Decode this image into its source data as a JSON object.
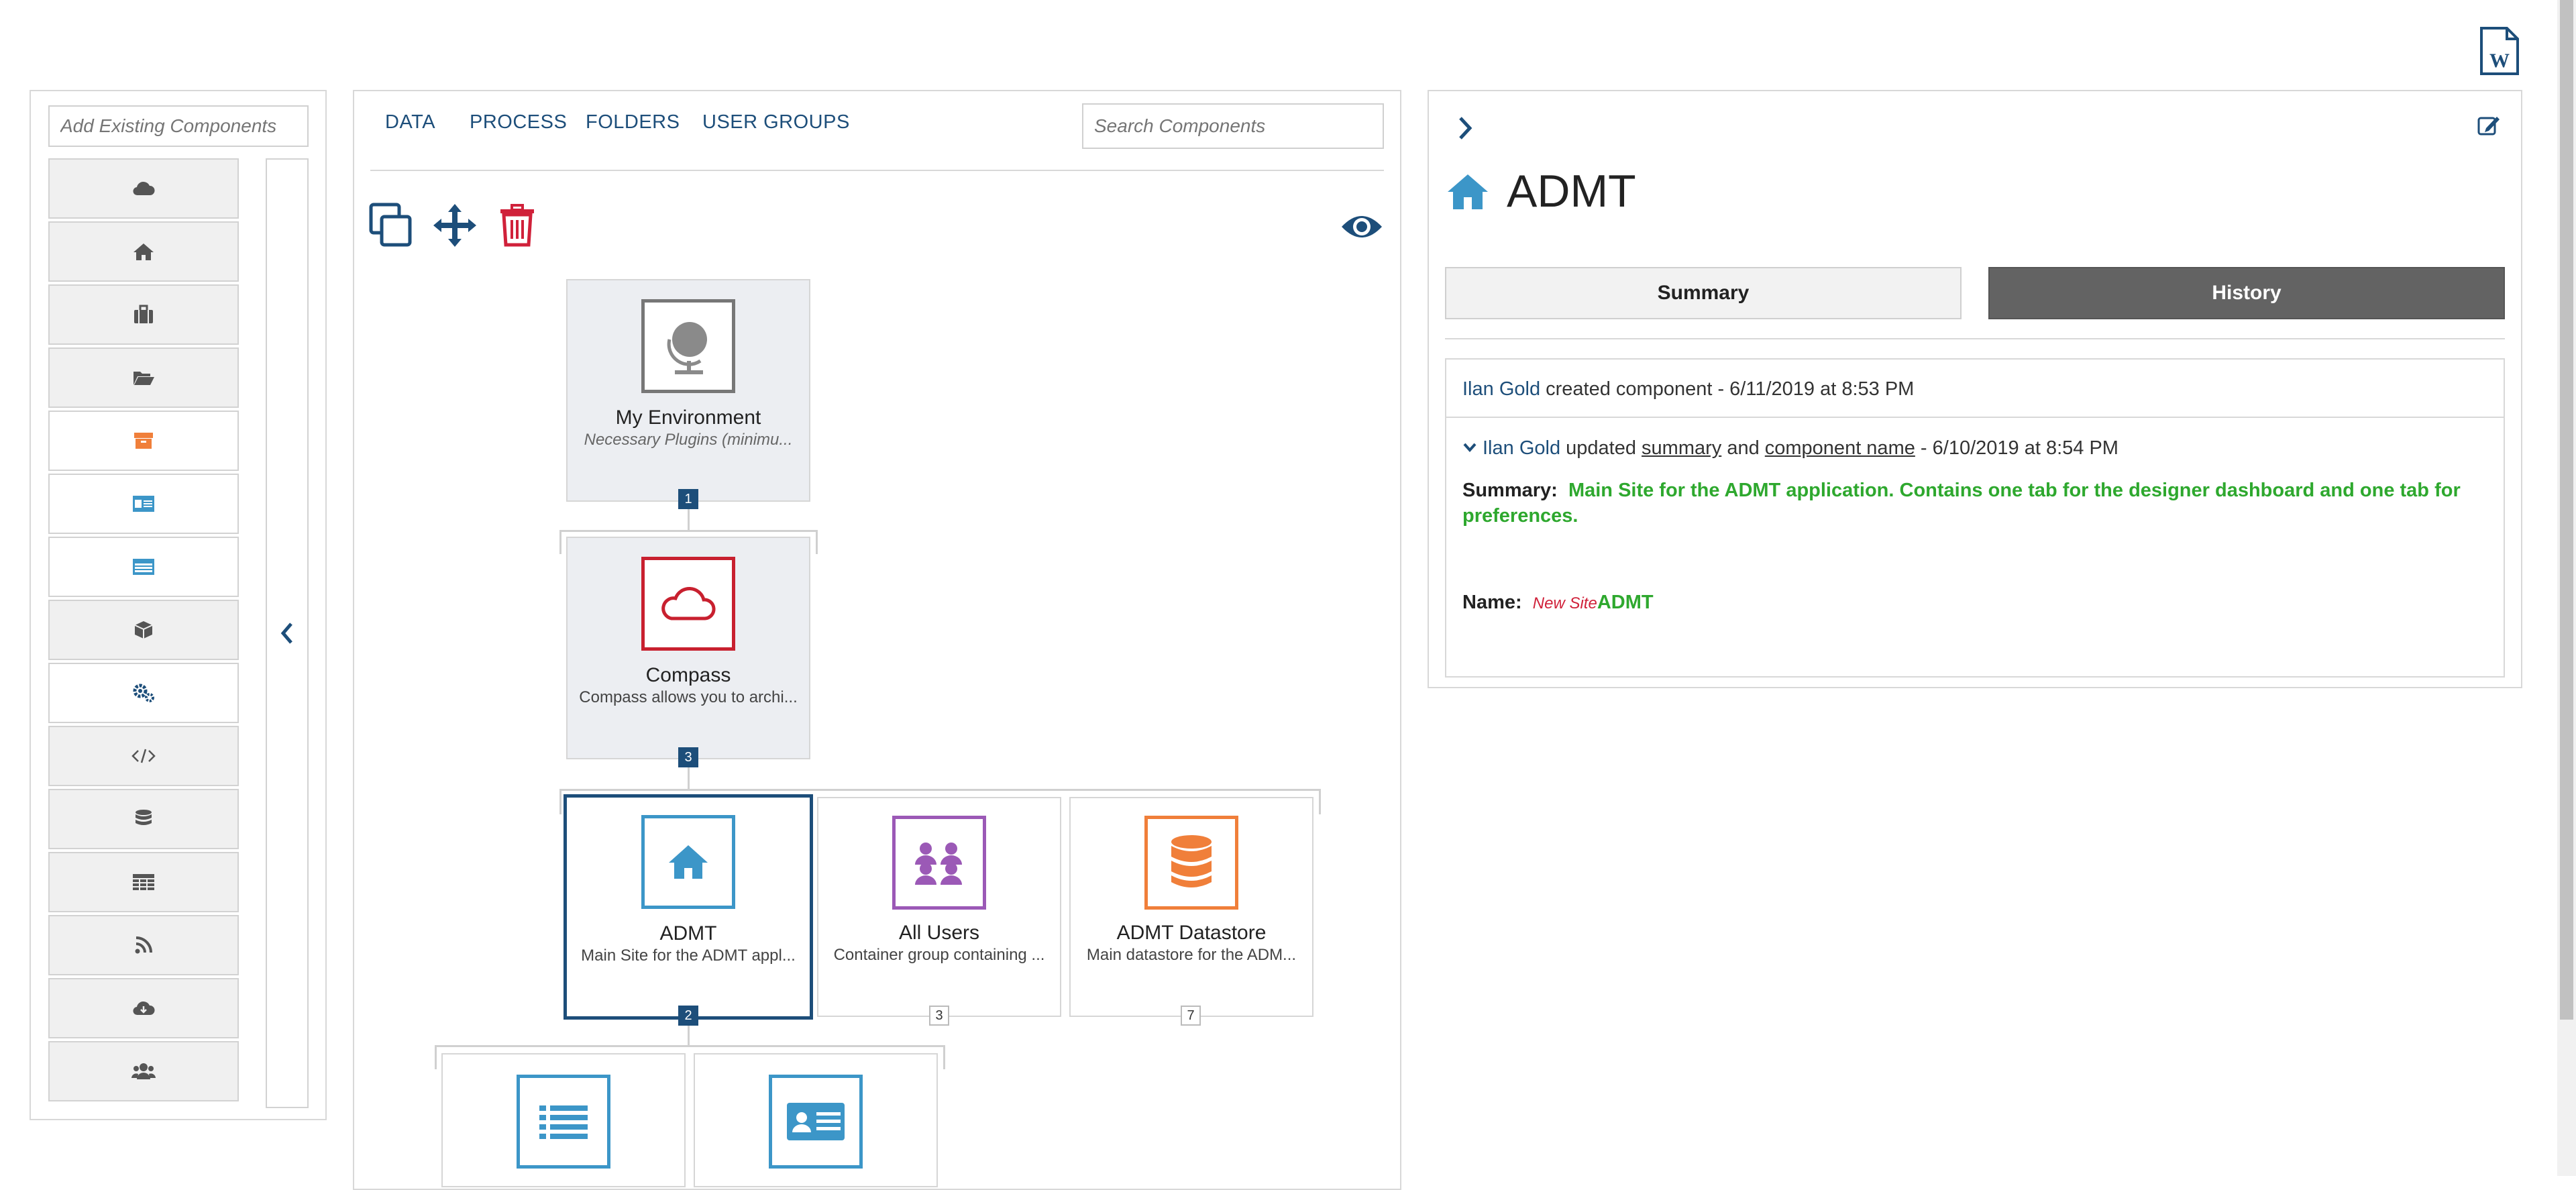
{
  "colors": {
    "navy": "#1d4e7a",
    "orange": "#f07f3a",
    "red": "#c8202f",
    "purple": "#9b59b6",
    "blue": "#3c96c8",
    "green": "#2ea82e",
    "history_tab_bg": "#636363"
  },
  "header": {
    "export_icon": "word-document-icon"
  },
  "left_panel": {
    "add_existing_placeholder": "Add Existing Components",
    "palette_icons": [
      "cloud-icon",
      "home-icon",
      "briefcase-icon",
      "folder-open-icon",
      "archive-icon",
      "id-card-icon",
      "list-window-icon",
      "cube-icon",
      "gears-icon",
      "code-icon",
      "database-icon",
      "table-icon",
      "rss-icon",
      "cloud-download-icon",
      "users-icon"
    ],
    "collapse_icon": "chevron-left-icon"
  },
  "center_panel": {
    "tabs": [
      "DATA",
      "PROCESS",
      "FOLDERS",
      "USER GROUPS"
    ],
    "search_placeholder": "Search Components",
    "toolbar_icons": [
      "copy-icon",
      "move-icon",
      "trash-icon"
    ],
    "view_icon": "eye-icon",
    "nodes": [
      {
        "title": "My Environment",
        "subtitle": "Necessary Plugins (minimu...",
        "icon": "globe-icon",
        "badge": "1"
      },
      {
        "title": "Compass",
        "subtitle": "Compass allows you to archi...",
        "icon": "cloud-icon",
        "badge": "3"
      },
      {
        "title": "ADMT",
        "subtitle": "Main Site for the ADMT appl...",
        "icon": "home-icon",
        "badge": "2",
        "selected": true
      },
      {
        "title": "All Users",
        "subtitle": "Container group containing ...",
        "icon": "users-icon",
        "badge": "3"
      },
      {
        "title": "ADMT Datastore",
        "subtitle": "Main datastore for the ADM...",
        "icon": "database-icon",
        "badge": "7"
      },
      {
        "title": "",
        "subtitle": "",
        "icon": "list-icon"
      },
      {
        "title": "",
        "subtitle": "",
        "icon": "id-card-icon"
      }
    ]
  },
  "right_panel": {
    "expand_icon": "chevron-right-icon",
    "edit_icon": "edit-icon",
    "title_icon": "home-icon",
    "title": "ADMT",
    "tabs": {
      "summary": "Summary",
      "history": "History"
    },
    "history": {
      "entry1": {
        "user": "Ilan Gold",
        "action": " created component  - 6/11/2019 at 8:53 PM"
      },
      "entry2": {
        "user": "Ilan Gold",
        "updated": " updated ",
        "field1": "summary",
        "and": " and ",
        "field2": "component name",
        "date": " - 6/10/2019 at 8:54 PM",
        "summary_label": "Summary:",
        "summary_value_line1": "Main Site for the ADMT application. Contains one tab for the designer dashboard and one tab for",
        "summary_value_line2": "preferences.",
        "name_label": "Name:",
        "name_old": "New Site",
        "name_new": "ADMT"
      }
    }
  }
}
